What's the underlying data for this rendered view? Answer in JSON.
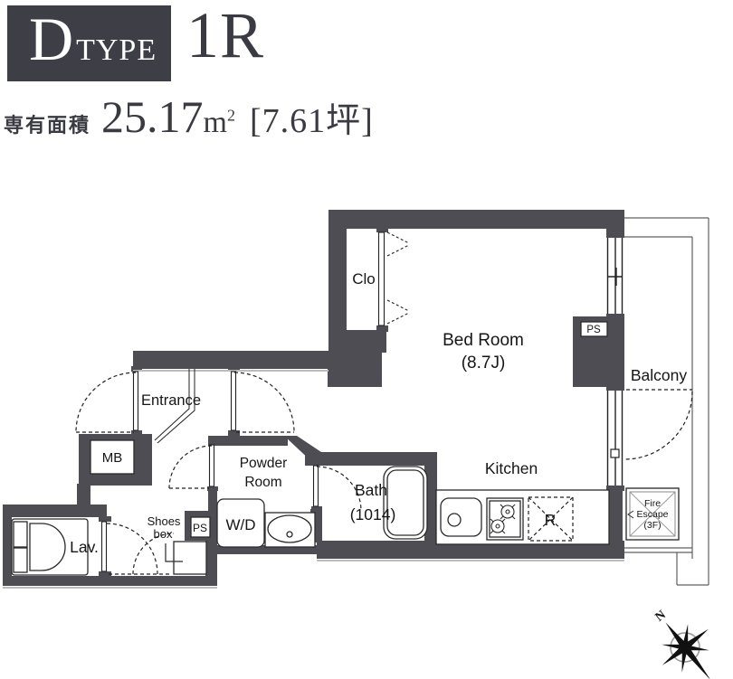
{
  "header": {
    "type_letter": "D",
    "type_word": "TYPE",
    "unit_layout": "1R",
    "area_label": "専有面積",
    "area_value": "25.17",
    "area_unit": "m",
    "area_unit_sup": "2",
    "area_tsubo": "[7.61坪]"
  },
  "plan": {
    "labels": {
      "closet": "Clo",
      "bedroom_name": "Bed Room",
      "bedroom_size": "(8.7J)",
      "ps_right": "PS",
      "balcony": "Balcony",
      "entrance": "Entrance",
      "meter_box": "MB",
      "powder_room_line1": "Powder",
      "powder_room_line2": "Room",
      "washer_dryer": "W/D",
      "bath_name": "Bath",
      "bath_size": "(1014)",
      "kitchen": "Kitchen",
      "refrigerator": "R",
      "shoes_box_line1": "Shoes",
      "shoes_box_line2": "box",
      "ps_left": "PS",
      "lavatory": "Lav.",
      "fire_escape_line1": "Fire",
      "fire_escape_line2": "Escape",
      "fire_escape_line3": "(3F)",
      "compass_north": "N"
    }
  },
  "colors": {
    "wall": "#4d4d53",
    "header_box": "#3e3e47",
    "header_text": "#3a3a42",
    "plan_text": "#161616"
  }
}
